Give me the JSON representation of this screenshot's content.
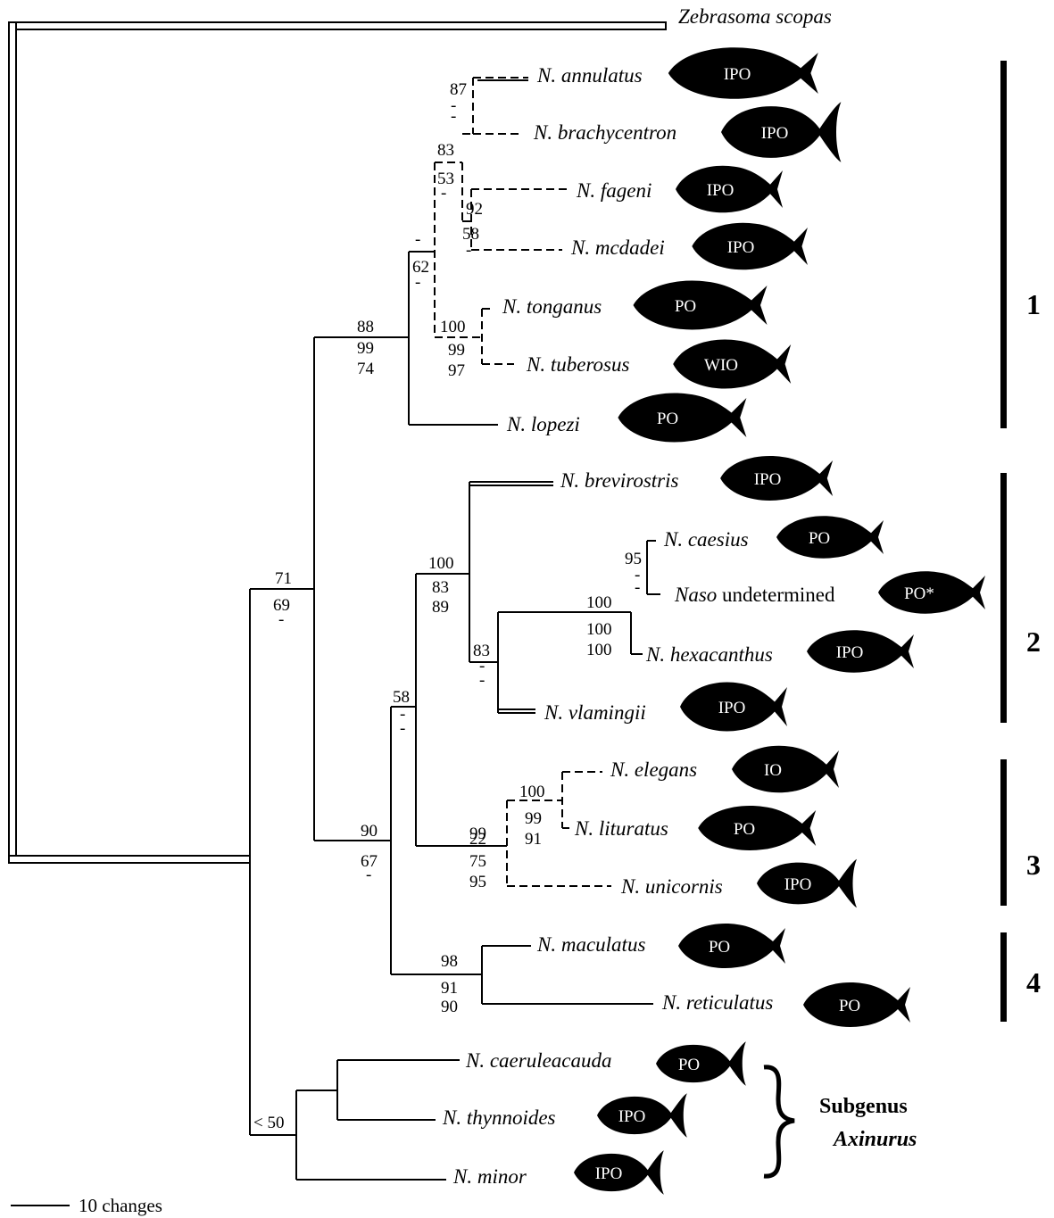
{
  "outgroup": {
    "label": "Zebrasoma scopas"
  },
  "taxa": [
    {
      "label": "N. annulatus",
      "region": "IPO"
    },
    {
      "label": "N. brachycentron",
      "region": "IPO"
    },
    {
      "label": "N. fageni",
      "region": "IPO"
    },
    {
      "label": "N. mcdadei",
      "region": "IPO"
    },
    {
      "label": "N. tonganus",
      "region": "PO"
    },
    {
      "label": "N. tuberosus",
      "region": "WIO"
    },
    {
      "label": "N. lopezi",
      "region": "PO"
    },
    {
      "label": "N. brevirostris",
      "region": "IPO"
    },
    {
      "label": "N. caesius",
      "region": "PO"
    },
    {
      "label_italic": "Naso",
      "label_plain": " undetermined",
      "region": "PO*"
    },
    {
      "label": "N. hexacanthus",
      "region": "IPO"
    },
    {
      "label": "N. vlamingii",
      "region": "IPO"
    },
    {
      "label": "N. elegans",
      "region": "IO"
    },
    {
      "label": "N. lituratus",
      "region": "PO"
    },
    {
      "label": "N. unicornis",
      "region": "IPO"
    },
    {
      "label": "N. maculatus",
      "region": "PO"
    },
    {
      "label": "N. reticulatus",
      "region": "PO"
    },
    {
      "label": "N. caeruleacauda",
      "region": "PO"
    },
    {
      "label": "N. thynnoides",
      "region": "IPO"
    },
    {
      "label": "N. minor",
      "region": "IPO"
    }
  ],
  "support_values": [
    {
      "node": "annulatus-brachycentron",
      "values": [
        "87",
        "-",
        "-"
      ]
    },
    {
      "node": "annulatus-to-mcdadei",
      "values": [
        "83",
        "53",
        "-"
      ]
    },
    {
      "node": "fageni-mcdadei",
      "values": [
        "92",
        "58",
        "-"
      ]
    },
    {
      "node": "annulatus-to-tuberosus",
      "values": [
        "-",
        "62",
        "-"
      ]
    },
    {
      "node": "tonganus-tuberosus",
      "values": [
        "100",
        "99",
        "97"
      ]
    },
    {
      "node": "clade-1",
      "values": [
        "88",
        "99",
        "74"
      ]
    },
    {
      "node": "clades-1-to-4",
      "values": [
        "71",
        "69",
        "-"
      ]
    },
    {
      "node": "clade-2",
      "values": [
        "100",
        "83",
        "89"
      ]
    },
    {
      "node": "caesius-undetermined",
      "values": [
        "95",
        "-",
        "-"
      ]
    },
    {
      "node": "caesius-to-hexacanthus",
      "values": [
        "100",
        "100",
        "100"
      ]
    },
    {
      "node": "hexacanthus-group-vlamingii",
      "values": [
        "83",
        "-",
        "-"
      ]
    },
    {
      "node": "clades-2-3",
      "values": [
        "58",
        "-",
        "-"
      ]
    },
    {
      "node": "elegans-lituratus",
      "values": [
        "100",
        "99",
        "91"
      ]
    },
    {
      "node": "clade-3",
      "values": [
        "99",
        "22",
        "75",
        "95"
      ]
    },
    {
      "node": "clades-2-to-4",
      "values": [
        "90",
        "67",
        "-"
      ]
    },
    {
      "node": "clade-4",
      "values": [
        "98",
        "91",
        "90"
      ]
    },
    {
      "node": "axinurus-root",
      "values": [
        "< 50"
      ]
    }
  ],
  "clades": [
    {
      "number": "1"
    },
    {
      "number": "2"
    },
    {
      "number": "3"
    },
    {
      "number": "4"
    }
  ],
  "subgenus": {
    "line1": "Subgenus",
    "line2": "Axinurus"
  },
  "scale": {
    "label": "10 changes"
  }
}
